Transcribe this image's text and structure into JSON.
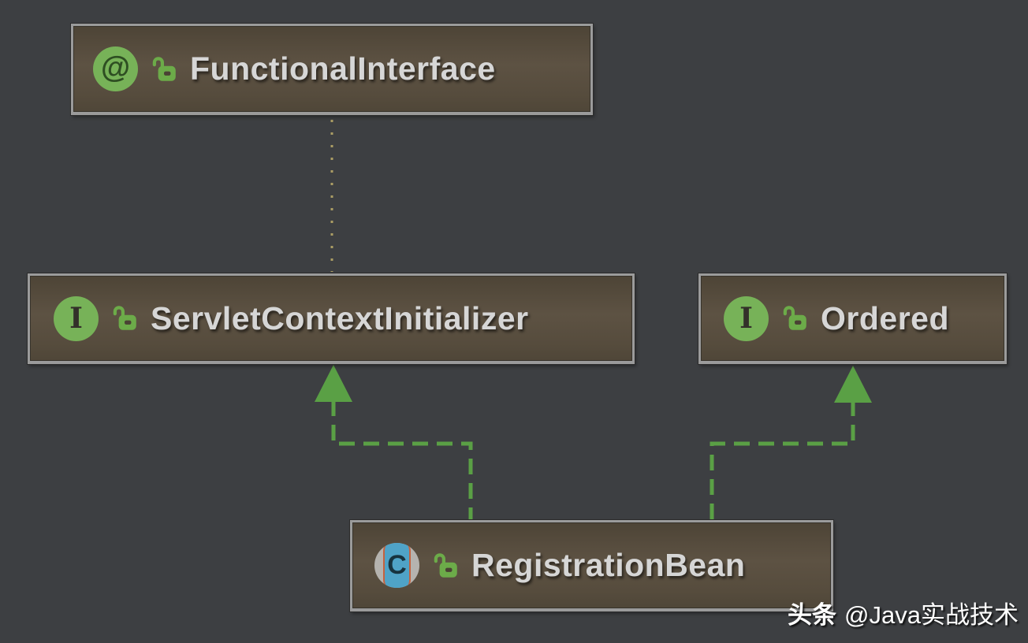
{
  "diagram": {
    "tool": "uml-class-diagram",
    "nodes": {
      "functional_interface": {
        "label": "FunctionalInterface",
        "kind": "annotation",
        "icon_glyph": "@",
        "visibility_icon": "unlocked-padlock"
      },
      "servlet_context_initializer": {
        "label": "ServletContextInitializer",
        "kind": "interface",
        "icon_glyph": "I",
        "visibility_icon": "unlocked-padlock"
      },
      "ordered": {
        "label": "Ordered",
        "kind": "interface",
        "icon_glyph": "I",
        "visibility_icon": "unlocked-padlock"
      },
      "registration_bean": {
        "label": "RegistrationBean",
        "kind": "class",
        "icon_glyph": "C",
        "visibility_icon": "unlocked-padlock"
      }
    },
    "edges": [
      {
        "from": "RegistrationBean",
        "to": "ServletContextInitializer",
        "relation": "implements",
        "line_style": "dashed",
        "arrowhead": "solid-triangle",
        "color": "#5aa045"
      },
      {
        "from": "RegistrationBean",
        "to": "Ordered",
        "relation": "implements",
        "line_style": "dashed",
        "arrowhead": "solid-triangle",
        "color": "#5aa045"
      },
      {
        "from": "FunctionalInterface",
        "to": "ServletContextInitializer",
        "relation": "annotation-link",
        "line_style": "dotted",
        "arrowhead": "none",
        "color": "#ab9d64"
      }
    ],
    "colors": {
      "background": "#3d3f42",
      "node_fill": "#564c3d",
      "node_border": "#9b9b9b",
      "node_text": "#d6d6d6",
      "icon_circle_green": "#77b258",
      "icon_class_blue": "#4fa3c7",
      "lock_green": "#6cab49",
      "arrow_green": "#5aa045",
      "dotted_yellow": "#ab9d64"
    }
  },
  "watermark": {
    "prefix": "头条",
    "handle": "@Java实战技术"
  }
}
